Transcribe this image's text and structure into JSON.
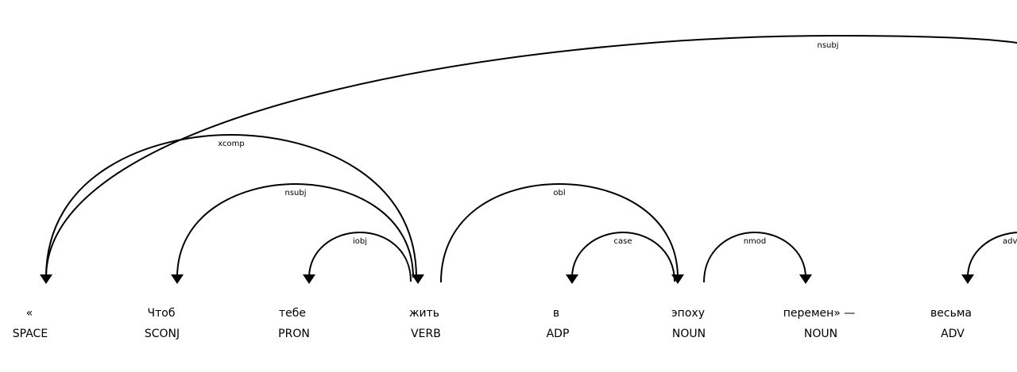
{
  "tokens": [
    {
      "text": "«",
      "tag": "SPACE"
    },
    {
      "text": "Чтоб",
      "tag": "SCONJ"
    },
    {
      "text": "тебе",
      "tag": "PRON"
    },
    {
      "text": "жить",
      "tag": "VERB"
    },
    {
      "text": "в",
      "tag": "ADP"
    },
    {
      "text": "эпоху",
      "tag": "NOUN"
    },
    {
      "text": "перемен» —",
      "tag": "NOUN"
    },
    {
      "text": "весьма",
      "tag": "ADV"
    }
  ],
  "arcs": [
    {
      "label": "nsubj",
      "from": 0,
      "to": 9,
      "dir": "left"
    },
    {
      "label": "xcomp",
      "from": 0,
      "to": 3,
      "dir": "left"
    },
    {
      "label": "nsubj",
      "from": 1,
      "to": 3,
      "dir": "left"
    },
    {
      "label": "iobj",
      "from": 2,
      "to": 3,
      "dir": "left"
    },
    {
      "label": "obl",
      "from": 3,
      "to": 5,
      "dir": "right"
    },
    {
      "label": "case",
      "from": 4,
      "to": 5,
      "dir": "left"
    },
    {
      "label": "nmod",
      "from": 5,
      "to": 6,
      "dir": "right"
    },
    {
      "label": "advmod",
      "from": 7,
      "to": 8,
      "dir": "left"
    }
  ]
}
